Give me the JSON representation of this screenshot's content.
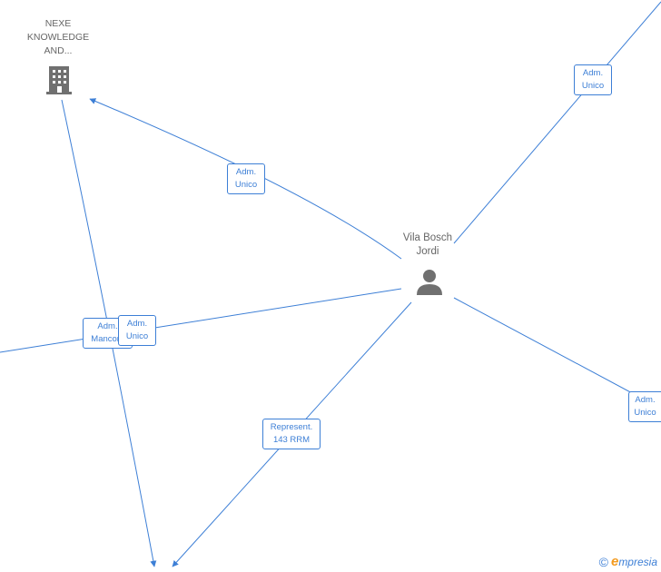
{
  "company": {
    "label_lines": [
      "NEXE",
      "KNOWLEDGE",
      "AND..."
    ]
  },
  "person": {
    "label_lines": [
      "Vila Bosch",
      "Jordi"
    ]
  },
  "relations": [
    {
      "id": "rel-adm-unico-company",
      "lines": [
        "Adm.",
        "Unico"
      ]
    },
    {
      "id": "rel-adm-unico-top-right",
      "lines": [
        "Adm.",
        "Unico"
      ]
    },
    {
      "id": "rel-adm-mancom-left",
      "lines": [
        "Adm.",
        "Mancom"
      ]
    },
    {
      "id": "rel-adm-unico-left",
      "lines": [
        "Adm.",
        "Unico"
      ]
    },
    {
      "id": "rel-adm-unico-right",
      "lines": [
        "Adm.",
        "Unico"
      ]
    },
    {
      "id": "rel-represent",
      "lines": [
        "Represent.",
        "143 RRM"
      ]
    }
  ],
  "brand": {
    "copyright": "©",
    "initial": "e",
    "name": "mpresia"
  },
  "colors": {
    "edge": "#3d7fd6",
    "node_icon": "#707070",
    "label": "#666666"
  }
}
